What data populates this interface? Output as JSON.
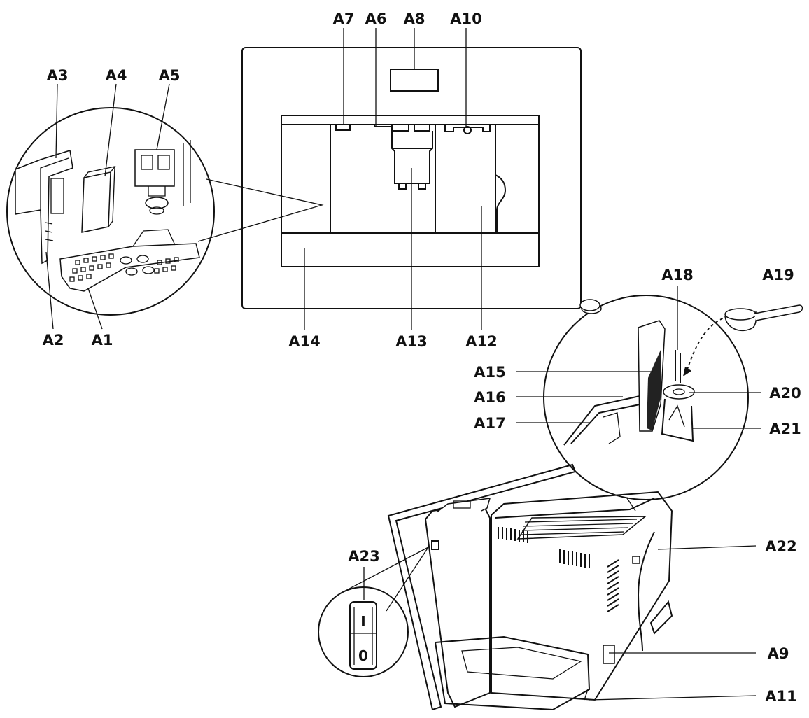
{
  "callouts": {
    "A1": "A1",
    "A2": "A2",
    "A3": "A3",
    "A4": "A4",
    "A5": "A5",
    "A6": "A6",
    "A7": "A7",
    "A8": "A8",
    "A9": "A9",
    "A10": "A10",
    "A11": "A11",
    "A12": "A12",
    "A13": "A13",
    "A14": "A14",
    "A15": "A15",
    "A16": "A16",
    "A17": "A17",
    "A18": "A18",
    "A19": "A19",
    "A20": "A20",
    "A21": "A21",
    "A22": "A22",
    "A23": "A23"
  },
  "power_switch": {
    "on_symbol": "I",
    "off_symbol": "0"
  }
}
